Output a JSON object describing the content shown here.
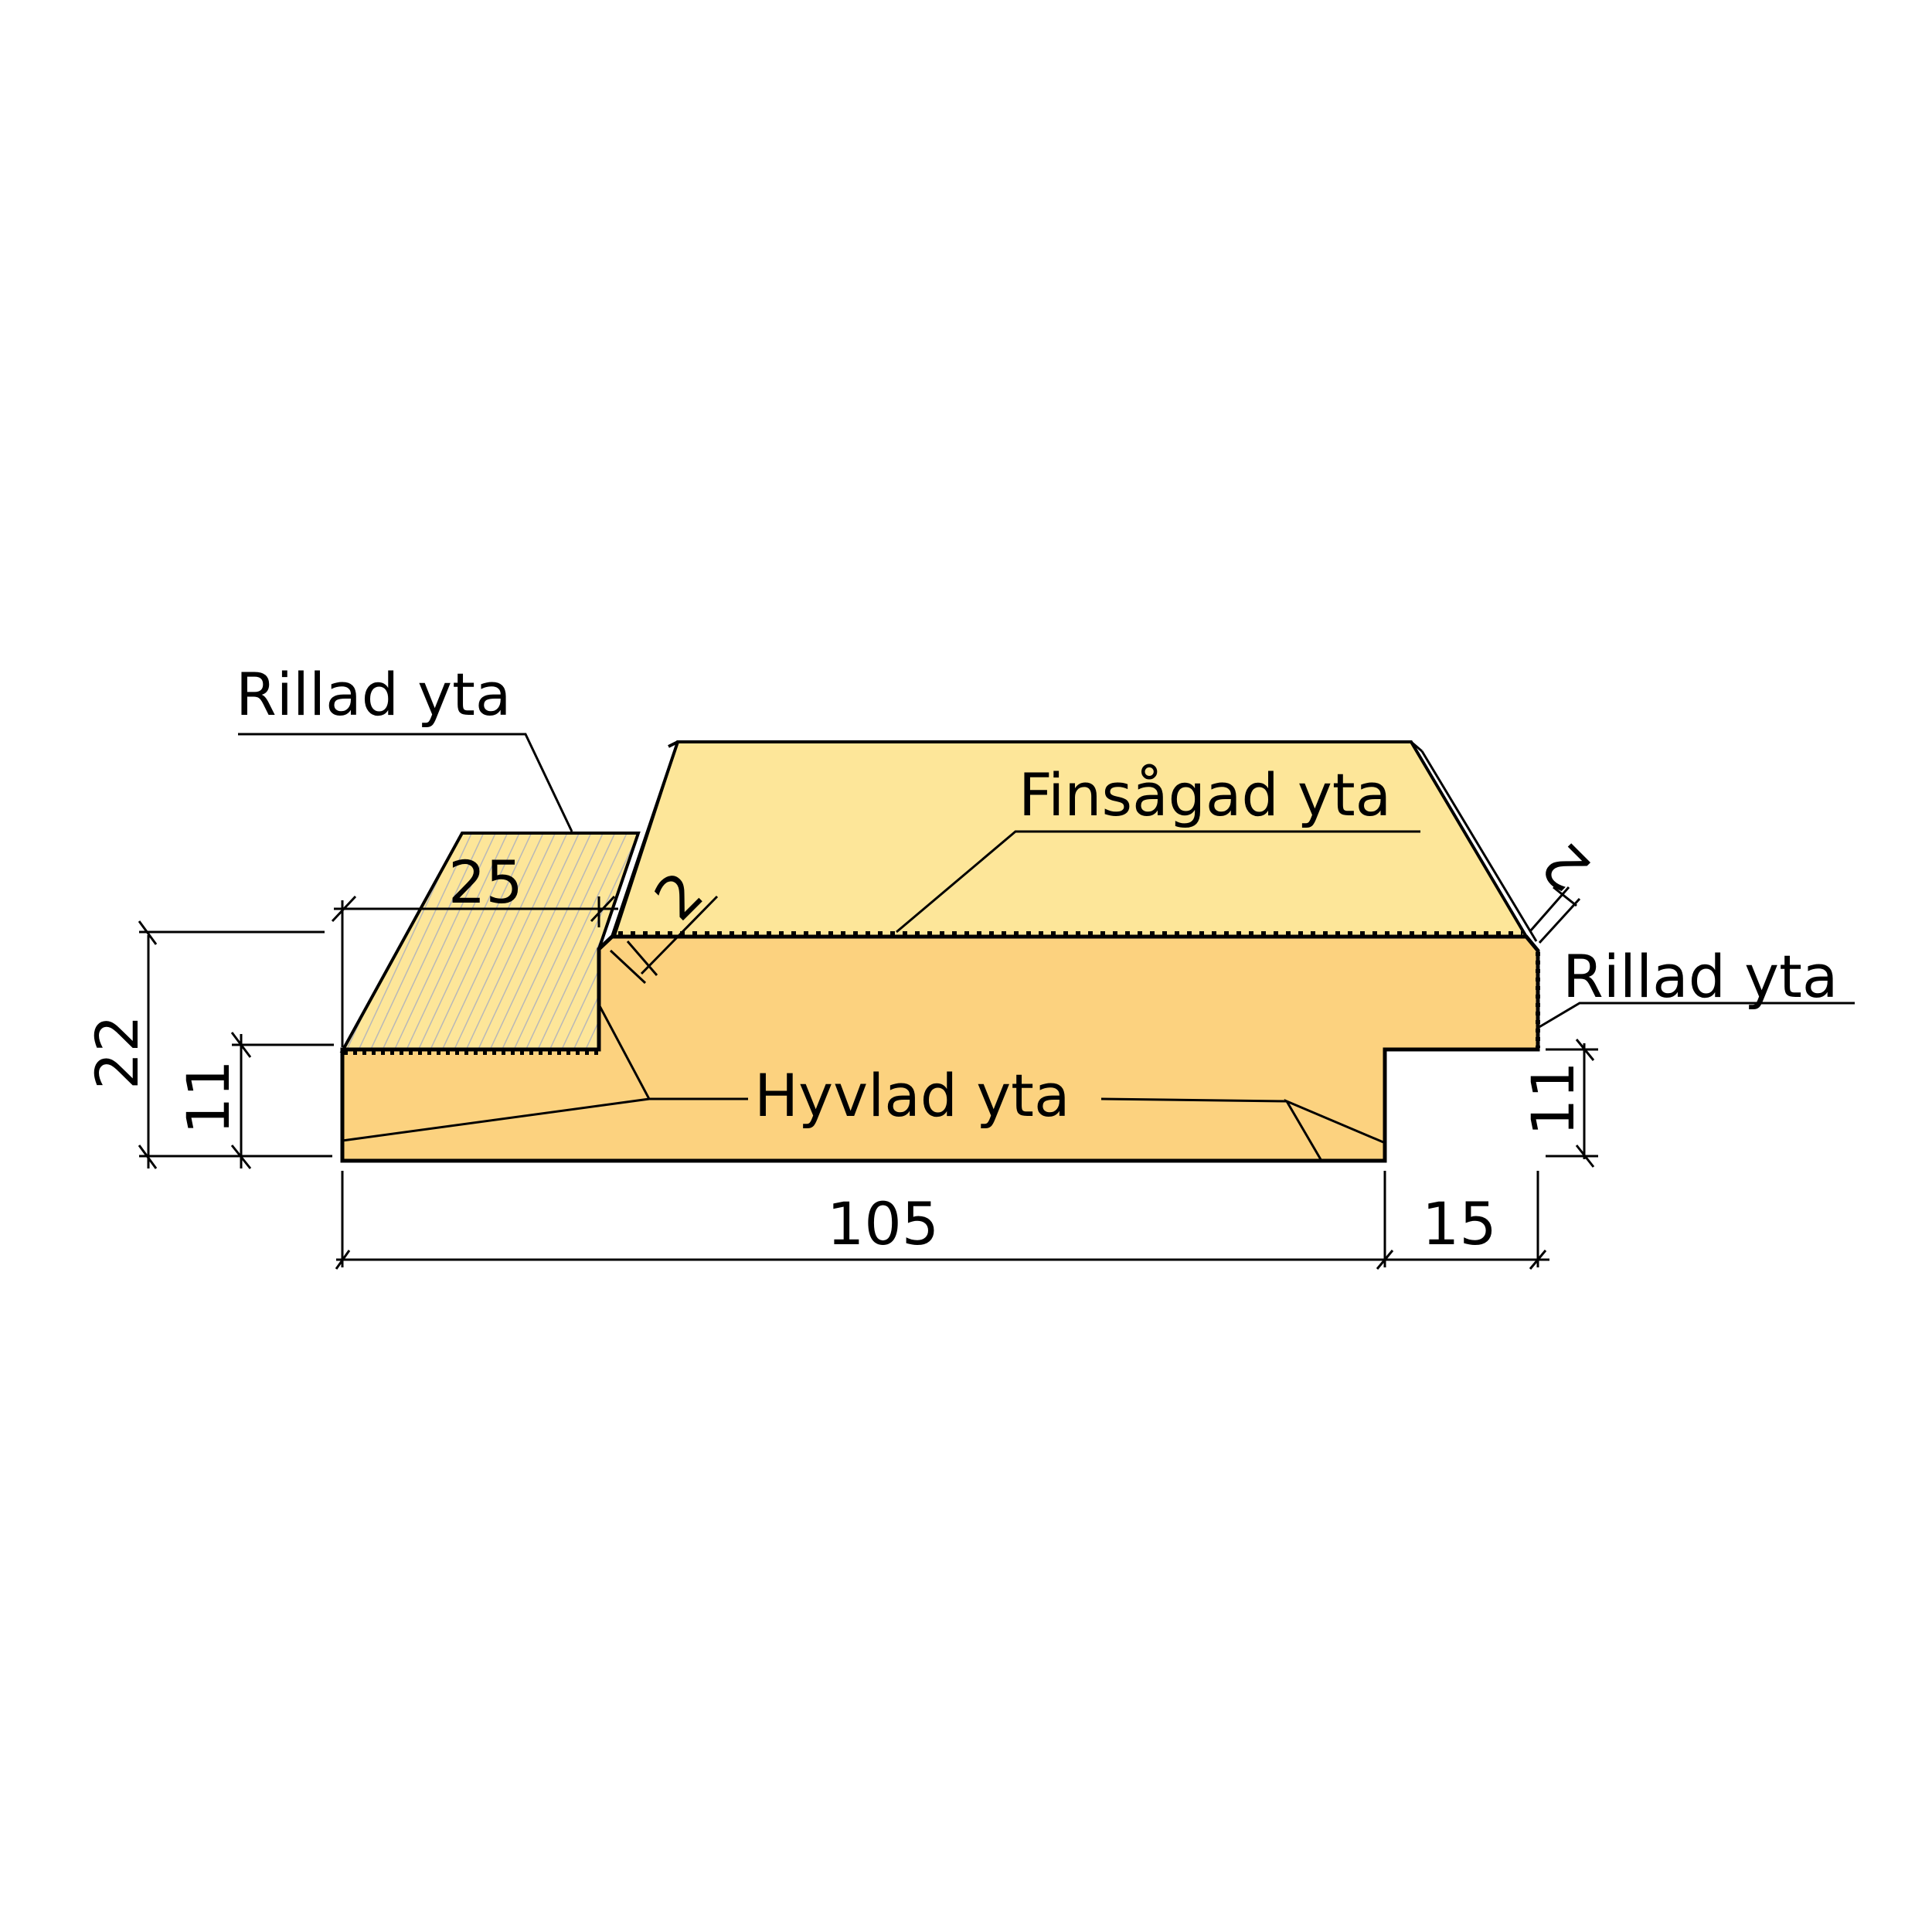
{
  "title": "Wood cladding board profile cross-section",
  "colors": {
    "face_light": "#FDE699",
    "body": "#FCD27F",
    "outline": "#000000",
    "rib_lines": "#B8B8B8",
    "background": "#FFFFFF"
  },
  "labels": {
    "rillad_top": "Rillad yta",
    "finsagad": "Finsågad yta",
    "rillad_right": "Rillad yta",
    "hyvlad": "Hyvlad yta"
  },
  "dimensions": {
    "overall_width": "105",
    "tongue_width": "15",
    "total_height": "22",
    "left_step_height": "11",
    "right_step_height": "11",
    "rillad_width": "25",
    "chamfer_left": "2",
    "chamfer_right": "2"
  }
}
